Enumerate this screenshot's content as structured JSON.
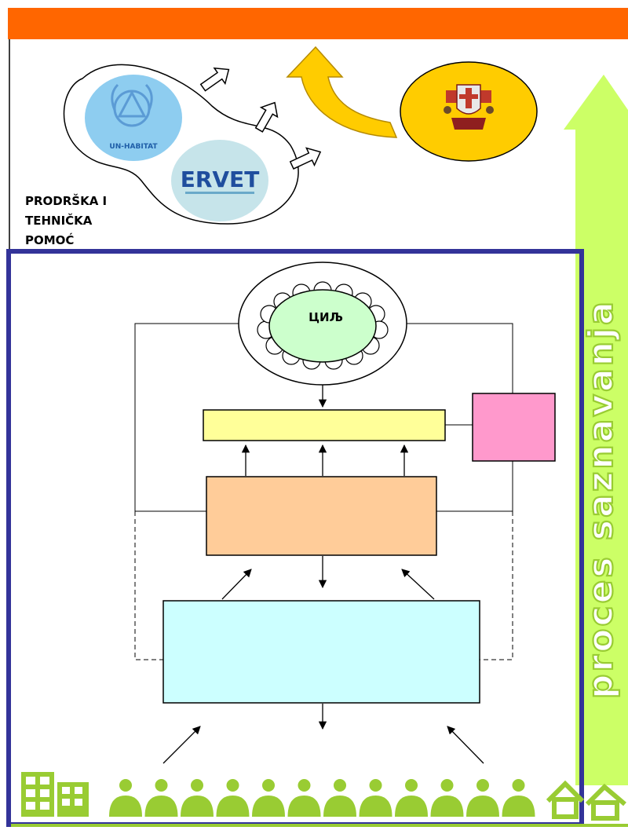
{
  "support": {
    "lines": [
      "PRODRŠKA I",
      "TEHNIČKA",
      "POMOĆ"
    ]
  },
  "partners": {
    "un_habitat": "UN-HABITAT",
    "ervet": "ERVET"
  },
  "goal": {
    "label": "ЦИЉ"
  },
  "process": {
    "label": "proces saznavanja"
  },
  "colors": {
    "top_bar": "#ff6600",
    "frame": "#333399",
    "green": "#99cc33",
    "curved_arrow": "#ffcc00",
    "coat_ellipse": "#ffcc00",
    "goal_ellipse": "#ccffcc",
    "yellow_box": "#ffff99",
    "pink_box": "#ff99cc",
    "orange_box": "#ffcc99",
    "cyan_box": "#ccffff",
    "un_bubble": "#8ecdf0",
    "ervet_bubble": "#c6e4ea"
  },
  "icons": [
    "building-icon",
    "person-icon",
    "house-icon",
    "outline-arrow-icon",
    "curved-arrow-icon",
    "coat-of-arms-icon",
    "un-habitat-logo-icon",
    "ervet-logo-icon"
  ]
}
